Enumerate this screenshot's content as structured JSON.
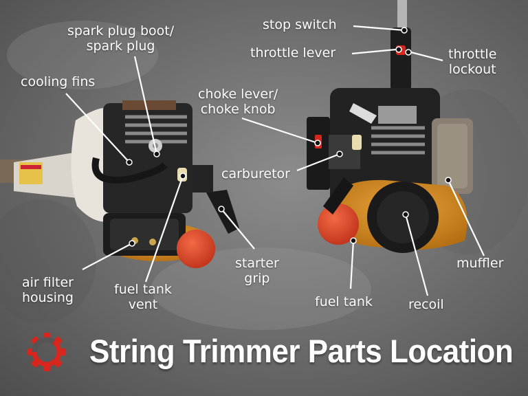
{
  "title": "String Trimmer Parts Location",
  "logo_name": "red-gear-logo",
  "colors": {
    "accent": "#d7261d",
    "tank": "#d48a1a",
    "cap": "#e2492c",
    "engine": "#2a2a2a"
  },
  "labels": {
    "spark_plug": "spark plug boot/\nspark plug",
    "cooling_fins": "cooling fins",
    "air_filter": "air filter\nhousing",
    "fuel_tank_vent": "fuel tank\nvent",
    "starter_grip": "starter\ngrip",
    "stop_switch": "stop switch",
    "throttle_lever": "throttle lever",
    "throttle_lockout": "throttle\nlockout",
    "choke": "choke lever/\nchoke knob",
    "carburetor": "carburetor",
    "muffler": "muffler",
    "fuel_tank": "fuel tank",
    "recoil": "recoil"
  }
}
